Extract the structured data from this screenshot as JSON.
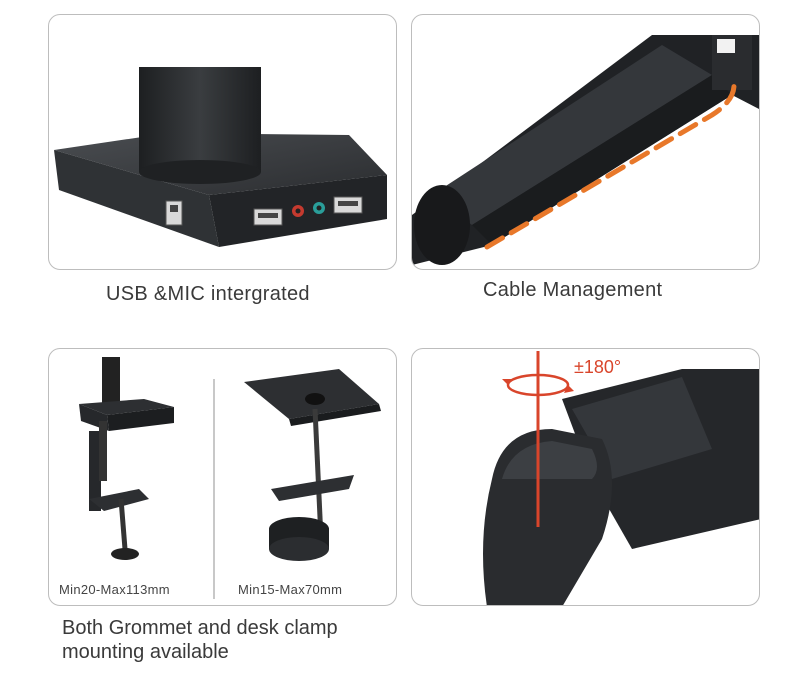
{
  "panels": {
    "usb": {
      "caption": "USB &MIC intergrated"
    },
    "cable": {
      "caption": "Cable Management"
    },
    "clamp": {
      "caption_line1": "Both Grommet and desk clamp",
      "caption_line2": "mounting available",
      "left_label": "Min20-Max113mm",
      "right_label": "Min15-Max70mm"
    },
    "rotation": {
      "label": "±180°"
    }
  },
  "colors": {
    "accent_orange": "#e8782a",
    "rotation_red": "#d9452b",
    "border": "#bdbdbd",
    "metal": "#2b2d30"
  }
}
